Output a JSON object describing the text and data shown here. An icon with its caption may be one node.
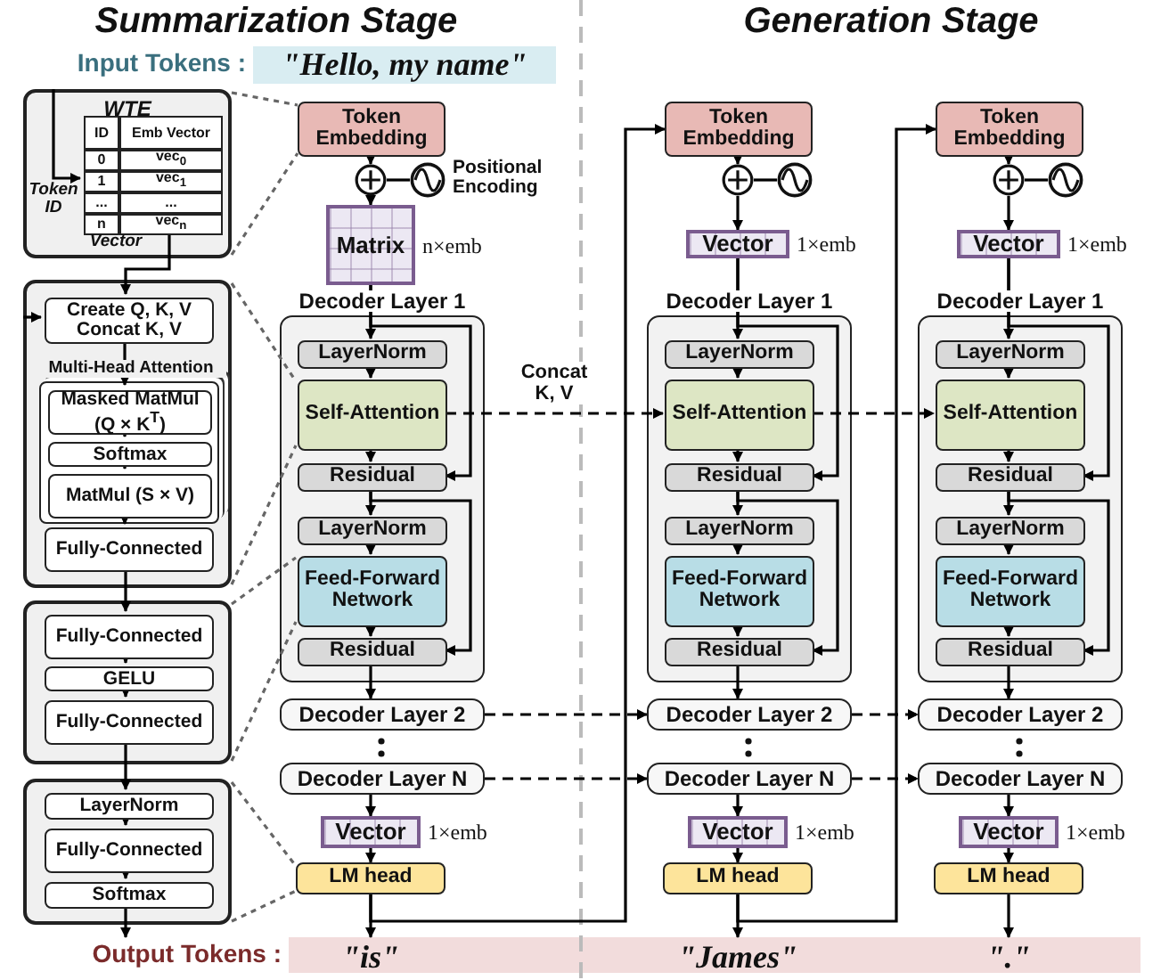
{
  "diagram": {
    "nodes": [
      {
        "text": [
          "\"Hello, my name\""
        ],
        "beside": [
          "Input Tokens :"
        ]
      },
      {
        "text": [
          "WTE"
        ]
      },
      {
        "text": [],
        "shape": "box",
        "in": 1
      },
      {
        "text": [],
        "shape": "box"
      },
      {
        "text": [
          "Create Q, K, V Concat K, V"
        ],
        "in": 3
      },
      {
        "text": [
          "Multi-Head Attention"
        ],
        "in": 3
      },
      {
        "text": [
          "Masked MatMul (Q × K$^{T}$)"
        ],
        "in": 5
      },
      {
        "text": [
          "Softmax"
        ],
        "in": 5
      },
      {
        "text": [
          "MatMul (S × V)"
        ],
        "in": 5
      },
      {
        "text": [
          "Fully-Connected"
        ],
        "in": 3
      },
      {
        "text": [],
        "shape": "box"
      },
      {
        "text": [
          "Fully-Connected"
        ],
        "in": 10
      },
      {
        "text": [
          "GELU"
        ],
        "in": 10
      },
      {
        "text": [
          "Fully-Connected"
        ],
        "in": 10
      },
      {
        "text": [],
        "shape": "box"
      },
      {
        "text": [
          "LayerNorm"
        ],
        "in": 14
      },
      {
        "text": [
          "Fully-Connected"
        ],
        "in": 14
      },
      {
        "text": [
          "Softmax"
        ],
        "in": 14
      },
      {
        "text": [
          "Token Embedding"
        ]
      },
      {
        "text": [],
        "shape": "circle"
      },
      {
        "text": [],
        "shape": "circle",
        "beside": [
          "Positional Encoding"
        ]
      },
      {
        "text": [
          "Matrix"
        ],
        "beside": [
          "n×emb"
        ]
      },
      {
        "text": [
          "Decoder Layer 1"
        ]
      },
      {
        "text": [
          "LayerNorm"
        ],
        "in": 22
      },
      {
        "text": [
          "Self-Attention"
        ],
        "in": 22
      },
      {
        "text": [
          "Residual"
        ],
        "in": 22
      },
      {
        "text": [
          "LayerNorm"
        ],
        "in": 22
      },
      {
        "text": [
          "Feed-Forward Network"
        ],
        "in": 22
      },
      {
        "text": [
          "Residual"
        ],
        "in": 22
      },
      {
        "text": [
          "Decoder Layer 2"
        ]
      },
      {
        "text": [
          "Decoder Layer N"
        ]
      },
      {
        "text": [
          "Vector"
        ],
        "beside": [
          "1×emb"
        ]
      },
      {
        "text": [
          "LM head"
        ]
      },
      {
        "text": [
          "Token Embedding"
        ]
      },
      {
        "text": [],
        "shape": "circle"
      },
      {
        "text": [],
        "shape": "circle"
      },
      {
        "text": [
          "Vector"
        ],
        "beside": [
          "1×emb"
        ]
      },
      {
        "text": [
          "Decoder Layer 1"
        ]
      },
      {
        "text": [
          "LayerNorm"
        ],
        "in": 37
      },
      {
        "text": [
          "Self-Attention"
        ],
        "in": 37
      },
      {
        "text": [
          "Residual"
        ],
        "in": 37
      },
      {
        "text": [
          "LayerNorm"
        ],
        "in": 37
      },
      {
        "text": [
          "Feed-Forward Network"
        ],
        "in": 37
      },
      {
        "text": [
          "Residual"
        ],
        "in": 37
      },
      {
        "text": [
          "Decoder Layer 2"
        ]
      },
      {
        "text": [
          "Decoder Layer N"
        ]
      },
      {
        "text": [
          "Vector"
        ],
        "beside": [
          "1×emb"
        ]
      },
      {
        "text": [
          "LM head"
        ]
      },
      {
        "text": [
          "Token Embedding"
        ]
      },
      {
        "text": [],
        "shape": "circle"
      },
      {
        "text": [],
        "shape": "circle"
      },
      {
        "text": [
          "Vector"
        ],
        "beside": [
          "1×emb"
        ]
      },
      {
        "text": [
          "Decoder Layer 1"
        ]
      },
      {
        "text": [
          "LayerNorm"
        ],
        "in": 52
      },
      {
        "text": [
          "Self-Attention"
        ],
        "in": 52
      },
      {
        "text": [
          "Residual"
        ],
        "in": 52
      },
      {
        "text": [
          "LayerNorm"
        ],
        "in": 52
      },
      {
        "text": [
          "Feed-Forward Network"
        ],
        "in": 52
      },
      {
        "text": [
          "Residual"
        ],
        "in": 52
      },
      {
        "text": [
          "Decoder Layer 2"
        ]
      },
      {
        "text": [
          "Decoder Layer N"
        ]
      },
      {
        "text": [
          "Vector"
        ],
        "beside": [
          "1×emb"
        ]
      },
      {
        "text": [
          "LM head"
        ]
      },
      {
        "text": [
          "\"is\"",
          "\"James\"",
          "\".\""
        ],
        "beside": [
          "Output Tokens :"
        ]
      }
    ],
    "edges": [
      {
        "from": 18,
        "to": 19,
        "arrow": "to"
      },
      {
        "from": 20,
        "to": 19,
        "arrow": "none"
      },
      {
        "from": 19,
        "to": 21,
        "arrow": "to"
      },
      {
        "from": 21,
        "to": 23,
        "arrow": "to"
      },
      {
        "from": 21,
        "to": 25,
        "arrow": "to"
      },
      {
        "from": 23,
        "to": 24,
        "arrow": "to"
      },
      {
        "from": 24,
        "to": 25,
        "arrow": "to"
      },
      {
        "from": 25,
        "to": 26,
        "arrow": "to"
      },
      {
        "from": 25,
        "to": 28,
        "arrow": "to"
      },
      {
        "from": 26,
        "to": 27,
        "arrow": "to"
      },
      {
        "from": 27,
        "to": 28,
        "arrow": "to"
      },
      {
        "from": 28,
        "to": 29,
        "arrow": "to"
      },
      {
        "from": 30,
        "to": 31,
        "arrow": "to"
      },
      {
        "from": 31,
        "to": 32,
        "arrow": "to"
      },
      {
        "from": 32,
        "to": 63,
        "arrow": "to"
      },
      {
        "from": 33,
        "to": 34,
        "arrow": "to"
      },
      {
        "from": 35,
        "to": 34,
        "arrow": "none"
      },
      {
        "from": 34,
        "to": 36,
        "arrow": "to"
      },
      {
        "from": 36,
        "to": 38,
        "arrow": "to"
      },
      {
        "from": 36,
        "to": 40,
        "arrow": "to"
      },
      {
        "from": 38,
        "to": 39,
        "arrow": "to"
      },
      {
        "from": 39,
        "to": 40,
        "arrow": "to"
      },
      {
        "from": 40,
        "to": 41,
        "arrow": "to"
      },
      {
        "from": 40,
        "to": 43,
        "arrow": "to"
      },
      {
        "from": 41,
        "to": 42,
        "arrow": "to"
      },
      {
        "from": 42,
        "to": 43,
        "arrow": "to"
      },
      {
        "from": 43,
        "to": 44,
        "arrow": "to"
      },
      {
        "from": 45,
        "to": 46,
        "arrow": "to"
      },
      {
        "from": 46,
        "to": 47,
        "arrow": "to"
      },
      {
        "from": 47,
        "to": 63,
        "arrow": "to"
      },
      {
        "from": 48,
        "to": 49,
        "arrow": "to"
      },
      {
        "from": 50,
        "to": 49,
        "arrow": "none"
      },
      {
        "from": 49,
        "to": 51,
        "arrow": "to"
      },
      {
        "from": 51,
        "to": 53,
        "arrow": "to"
      },
      {
        "from": 51,
        "to": 55,
        "arrow": "to"
      },
      {
        "from": 53,
        "to": 54,
        "arrow": "to"
      },
      {
        "from": 54,
        "to": 55,
        "arrow": "to"
      },
      {
        "from": 55,
        "to": 56,
        "arrow": "to"
      },
      {
        "from": 55,
        "to": 58,
        "arrow": "to"
      },
      {
        "from": 56,
        "to": 57,
        "arrow": "to"
      },
      {
        "from": 57,
        "to": 58,
        "arrow": "to"
      },
      {
        "from": 58,
        "to": 59,
        "arrow": "to"
      },
      {
        "from": 60,
        "to": 61,
        "arrow": "to"
      },
      {
        "from": 61,
        "to": 62,
        "arrow": "to"
      },
      {
        "from": 62,
        "to": 63,
        "arrow": "to"
      },
      {
        "from": 32,
        "to": 33,
        "arrow": "to"
      },
      {
        "from": 47,
        "to": 48,
        "arrow": "to"
      },
      {
        "from": 24,
        "to": 39,
        "arrow": "to",
        "label": "Concat K, V",
        "style": "dashed"
      },
      {
        "from": 39,
        "to": 54,
        "arrow": "to",
        "style": "dashed"
      },
      {
        "from": 29,
        "to": 44,
        "arrow": "to",
        "style": "dashed"
      },
      {
        "from": 44,
        "to": 59,
        "arrow": "to",
        "style": "dashed"
      },
      {
        "from": 30,
        "to": 45,
        "arrow": "to",
        "style": "dashed"
      },
      {
        "from": 45,
        "to": 60,
        "arrow": "to",
        "style": "dashed"
      },
      {
        "from": 1,
        "to": 18,
        "arrow": "none",
        "style": "dashed",
        "color": "#666666"
      },
      {
        "from": 1,
        "to": 18,
        "arrow": "none",
        "style": "dashed",
        "color": "#666666"
      },
      {
        "from": 3,
        "to": 24,
        "arrow": "none",
        "style": "dashed",
        "color": "#666666"
      },
      {
        "from": 3,
        "to": 24,
        "arrow": "none",
        "style": "dashed",
        "color": "#666666"
      },
      {
        "from": 10,
        "to": 27,
        "arrow": "none",
        "style": "dashed",
        "color": "#666666"
      },
      {
        "from": 10,
        "to": 27,
        "arrow": "none",
        "style": "dashed",
        "color": "#666666"
      },
      {
        "from": 14,
        "to": 32,
        "arrow": "none",
        "style": "dashed",
        "color": "#666666"
      },
      {
        "from": 14,
        "to": 32,
        "arrow": "none",
        "style": "dashed",
        "color": "#666666"
      },
      {
        "from": null,
        "to": 2,
        "arrow": "to"
      },
      {
        "from": 2,
        "to": 4,
        "arrow": "to"
      },
      {
        "from": null,
        "to": 4,
        "arrow": "to"
      },
      {
        "from": 4,
        "to": 6,
        "arrow": "to"
      },
      {
        "from": 6,
        "to": 7,
        "arrow": "to"
      },
      {
        "from": 7,
        "to": 8,
        "arrow": "to"
      },
      {
        "from": 8,
        "to": 9,
        "arrow": "to"
      },
      {
        "from": 9,
        "to": 11,
        "arrow": "to"
      },
      {
        "from": 11,
        "to": 12,
        "arrow": "to"
      },
      {
        "from": 12,
        "to": 13,
        "arrow": "to"
      },
      {
        "from": 13,
        "to": 15,
        "arrow": "to"
      },
      {
        "from": 15,
        "to": 16,
        "arrow": "to"
      },
      {
        "from": 16,
        "to": 17,
        "arrow": "to"
      },
      {
        "from": 17,
        "to": null,
        "arrow": "to"
      }
    ],
    "labels": [
      "Summarization Stage",
      "Generation Stage",
      "ID",
      "Emb Vector",
      "0",
      "vec$_{0}$",
      "1",
      "vec$_{1}$",
      "...",
      "...",
      "n",
      "vec$_{n}$",
      "Token ID",
      "Vector"
    ]
  }
}
